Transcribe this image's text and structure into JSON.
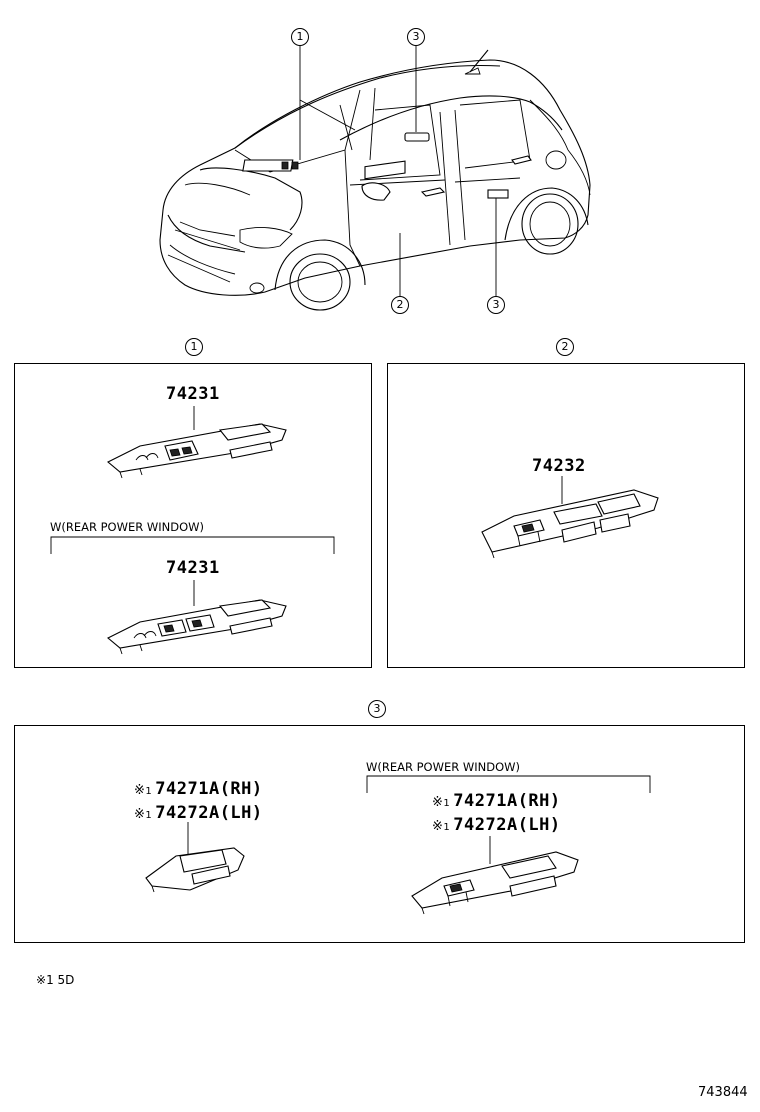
{
  "callouts": {
    "c1": "1",
    "c2": "2",
    "c3": "3"
  },
  "panel1": {
    "part_a": "74231",
    "condition": "W(REAR POWER WINDOW)",
    "part_b": "74231"
  },
  "panel2": {
    "part": "74232"
  },
  "panel3": {
    "mark": "※",
    "mark_num": "1",
    "left_rh": "74271A(RH)",
    "left_lh": "74272A(LH)",
    "condition": "W(REAR POWER WINDOW)",
    "right_rh": "74271A(RH)",
    "right_lh": "74272A(LH)"
  },
  "footnote": {
    "mark": "※",
    "text": "1  5D"
  },
  "diagram_id": "743844"
}
